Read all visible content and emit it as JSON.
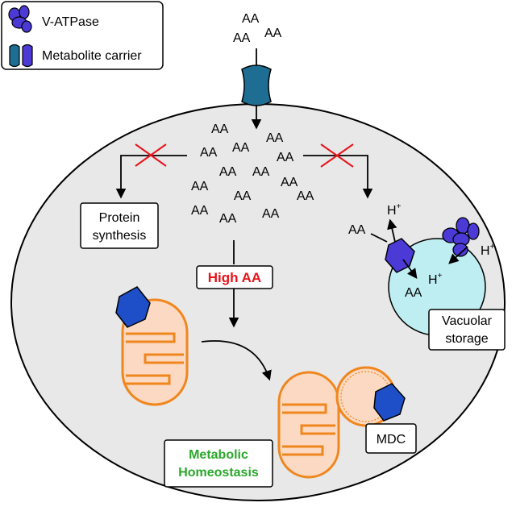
{
  "legend": {
    "v_atpase_label": "V-ATPase",
    "carrier_label": "Metabolite carrier"
  },
  "labels": {
    "aa": "AA",
    "h_plus": "H",
    "plus_sup": "+",
    "protein_synthesis": [
      "Protein",
      "synthesis"
    ],
    "high_aa": "High AA",
    "vacuolar_storage": [
      "Vacuolar",
      "storage"
    ],
    "metabolic_homeostasis": [
      "Metabolic",
      "Homeostasis"
    ],
    "mdc": "MDC"
  },
  "colors": {
    "carrier_teal": "#1e6e94",
    "v_atpase_purple": "#4b3ad6",
    "mdc_blue": "#1f4fc8",
    "mito_fill": "#fbd9c2",
    "mito_stroke": "#f0861e",
    "vacuole_fill": "#bfeef2",
    "cell_fill": "#e8e8e8",
    "block_red": "#e8141b",
    "high_aa_red": "#e8141b",
    "homeostasis_green": "#2aa72a"
  }
}
